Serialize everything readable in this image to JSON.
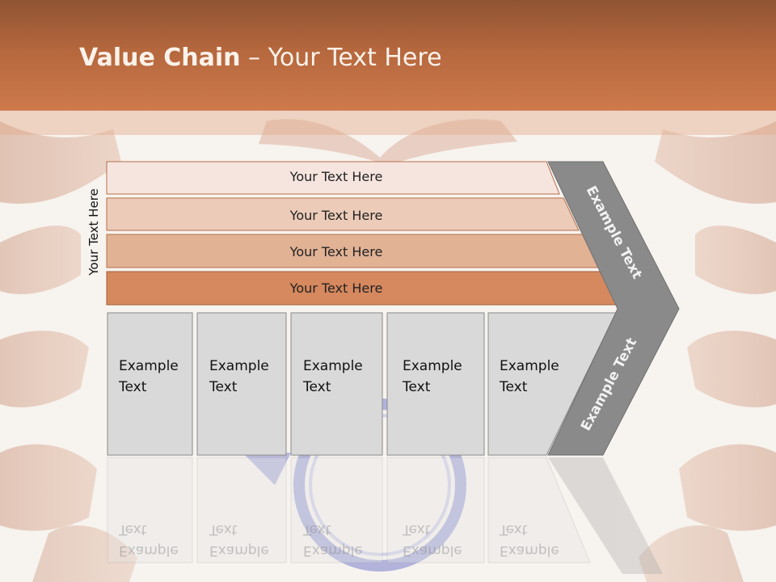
{
  "slide": {
    "title_bold": "Value Chain",
    "title_rest": " – Your Text Here",
    "side_label": "Your Text Here"
  },
  "colors": {
    "title_band": "#b5673d",
    "bar_1": "#f6e5df",
    "bar_2": "#ecccb9",
    "bar_3": "#e2b295",
    "bar_4": "#d6885e",
    "box_fill": "#d9d9d9",
    "box_stroke": "#8a8a8a",
    "chevron_fill": "#8a8a8a"
  },
  "bars": [
    {
      "label": "Your Text Here"
    },
    {
      "label": "Your Text Here"
    },
    {
      "label": "Your Text Here"
    },
    {
      "label": "Your Text Here"
    }
  ],
  "boxes": [
    {
      "line1": "Example",
      "line2": "Text"
    },
    {
      "line1": "Example",
      "line2": "Text"
    },
    {
      "line1": "Example",
      "line2": "Text"
    },
    {
      "line1": "Example",
      "line2": "Text"
    },
    {
      "line1": "Example",
      "line2": "Text"
    }
  ],
  "chevron": {
    "upper_text": "Example Text",
    "lower_text": "Example Text"
  },
  "background": {
    "icon": "hands-heart-photo"
  }
}
